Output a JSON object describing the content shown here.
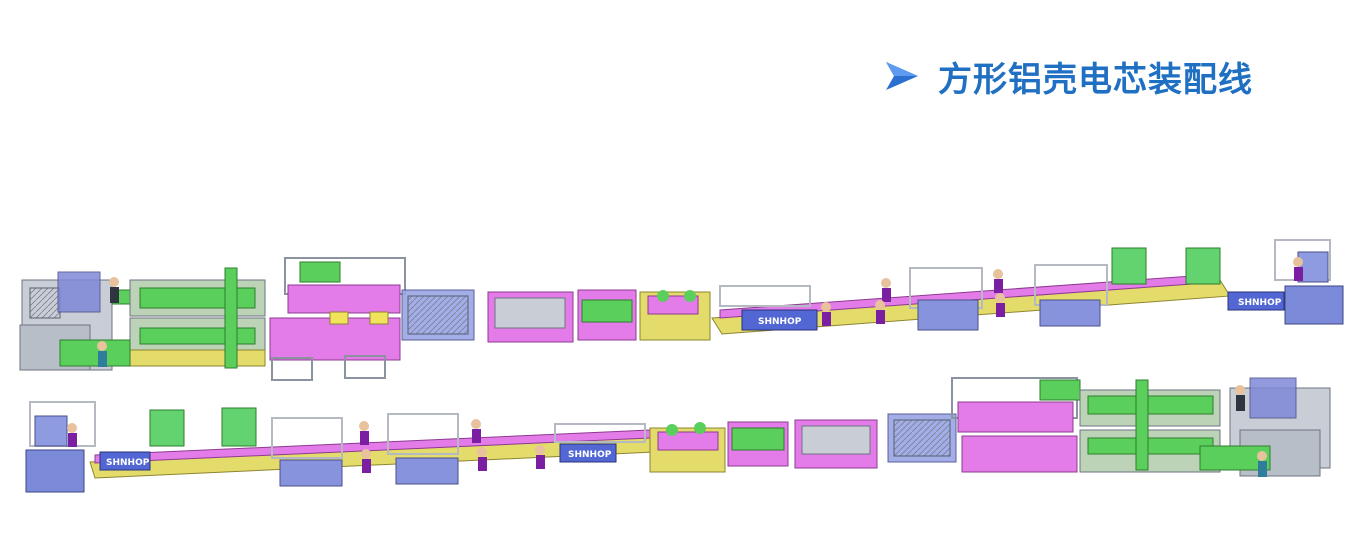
{
  "header": {
    "title": "方形铝壳电芯装配线",
    "bullet_icon": "arrowhead-bullet-icon"
  },
  "colors": {
    "title": "#1f6fc2",
    "conveyor": "#e4dc6a",
    "machine_magenta": "#e37ce8",
    "machine_green": "#5bcf5b",
    "frame_grey": "#9aa1ab",
    "panel_blue": "#6d7fd6",
    "worker_purple": "#7b1fa2"
  },
  "brand_labels": [
    "SHNHOP",
    "SHNHOP",
    "SHNHOP",
    "SHNHOP"
  ]
}
